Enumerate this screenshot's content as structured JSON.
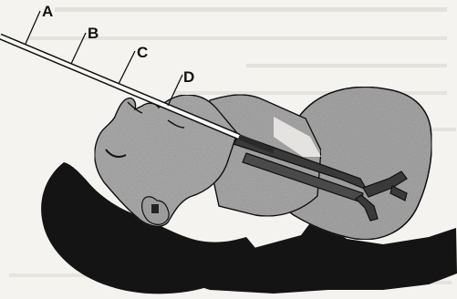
{
  "labels": {
    "a": "A",
    "b": "B",
    "c": "C",
    "d": "D"
  },
  "colors": {
    "paper": "#f4f3ef",
    "skin": "#a9a9a9",
    "hair": "#141414",
    "ink": "#111111",
    "airway": "#3a3a3a"
  }
}
